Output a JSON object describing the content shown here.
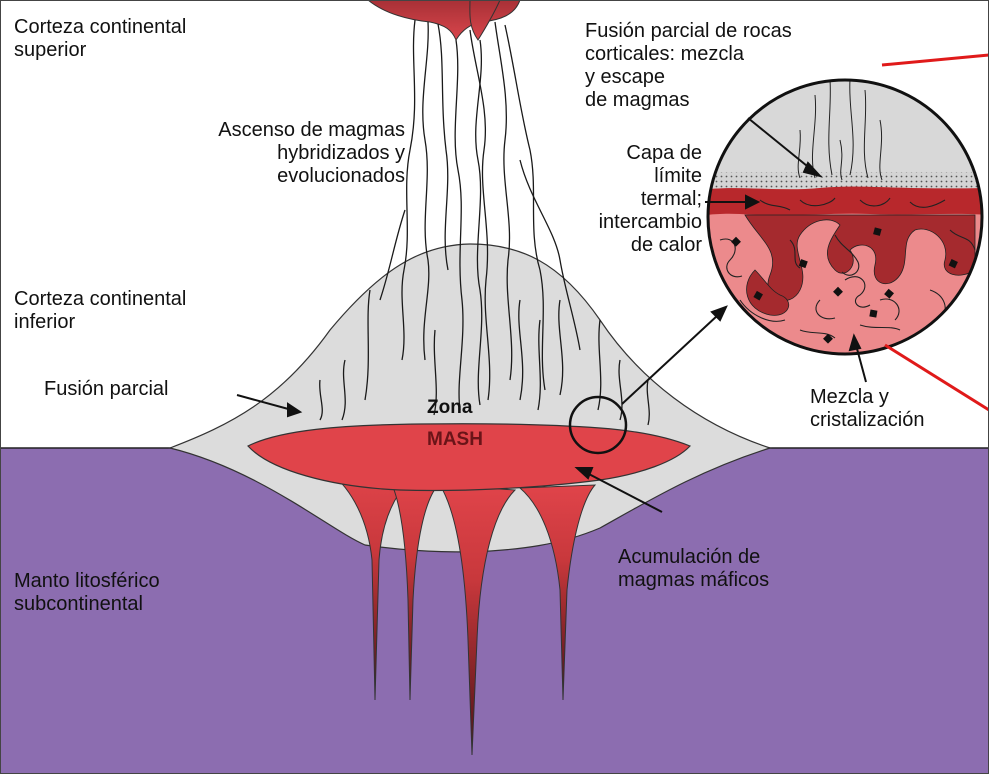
{
  "labels": {
    "upper_crust": [
      "Corteza continental",
      "superior"
    ],
    "ascent": [
      "Ascenso de magmas",
      "hybridizados y",
      "evolucionados"
    ],
    "lower_crust": [
      "Corteza continental",
      "inferior"
    ],
    "partial_melt": "Fusión parcial",
    "zona": "Zona",
    "mash": "MASH",
    "mantle": [
      "Manto litosférico",
      "subcontinental"
    ],
    "accumulation": [
      "Acumulación de",
      "magmas máficos"
    ],
    "crustal_melt": [
      "Fusión parcial de rocas",
      "corticales: mezcla",
      "y escape",
      "de magmas"
    ],
    "thermal_layer": [
      "Capa de",
      "límite",
      "termal;",
      "intercambio",
      "de calor"
    ],
    "mixing": [
      "Mezcla y",
      "cristalización"
    ]
  },
  "colors": {
    "mantle": "#8c6db0",
    "lower_crust": "#dcdcdc",
    "magma_red": "#e0444a",
    "magma_dark": "#9a2a2c",
    "magma_pink": "#ec8a8c",
    "annotation_red": "#e01a1a"
  }
}
